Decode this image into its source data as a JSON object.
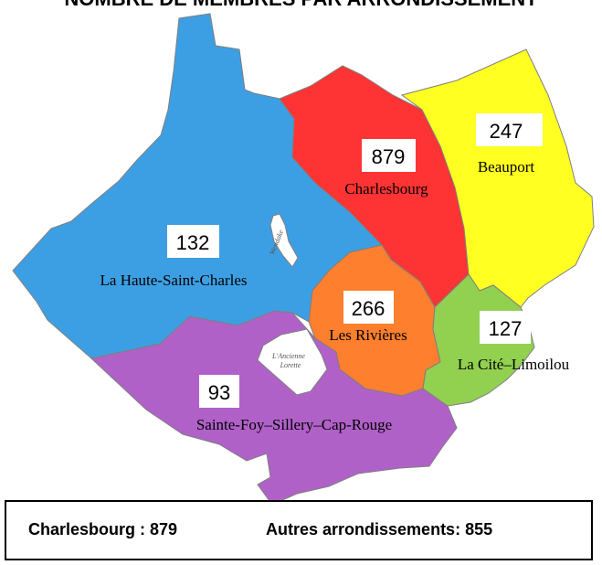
{
  "title": "NOMBRE DE MEMBRES PAR ARRONDISSEMENT",
  "colors": {
    "blue": "#3d9fe3",
    "red": "#fe3434",
    "yellow": "#ffff22",
    "orange": "#fe7f2e",
    "green": "#92d050",
    "purple": "#b061c8"
  },
  "districts": [
    {
      "name": "La Haute-Saint-Charles",
      "members": "132",
      "color": "blue"
    },
    {
      "name": "Charlesbourg",
      "members": "879",
      "color": "red"
    },
    {
      "name": "Beauport",
      "members": "247",
      "color": "yellow"
    },
    {
      "name": "Les Rivières",
      "members": "266",
      "color": "orange"
    },
    {
      "name": "La Cité–Limoilou",
      "members": "127",
      "color": "green"
    },
    {
      "name": "Sainte-Foy–Sillery–Cap-Rouge",
      "members": "93",
      "color": "purple"
    }
  ],
  "enclaves": [
    {
      "name_line1": "L'Ancienne",
      "name_line2": "Lorette"
    },
    {
      "name": "Wendake"
    }
  ],
  "summary": {
    "charlesbourg": "Charlesbourg : 879",
    "others": "Autres arrondissements: 855"
  }
}
